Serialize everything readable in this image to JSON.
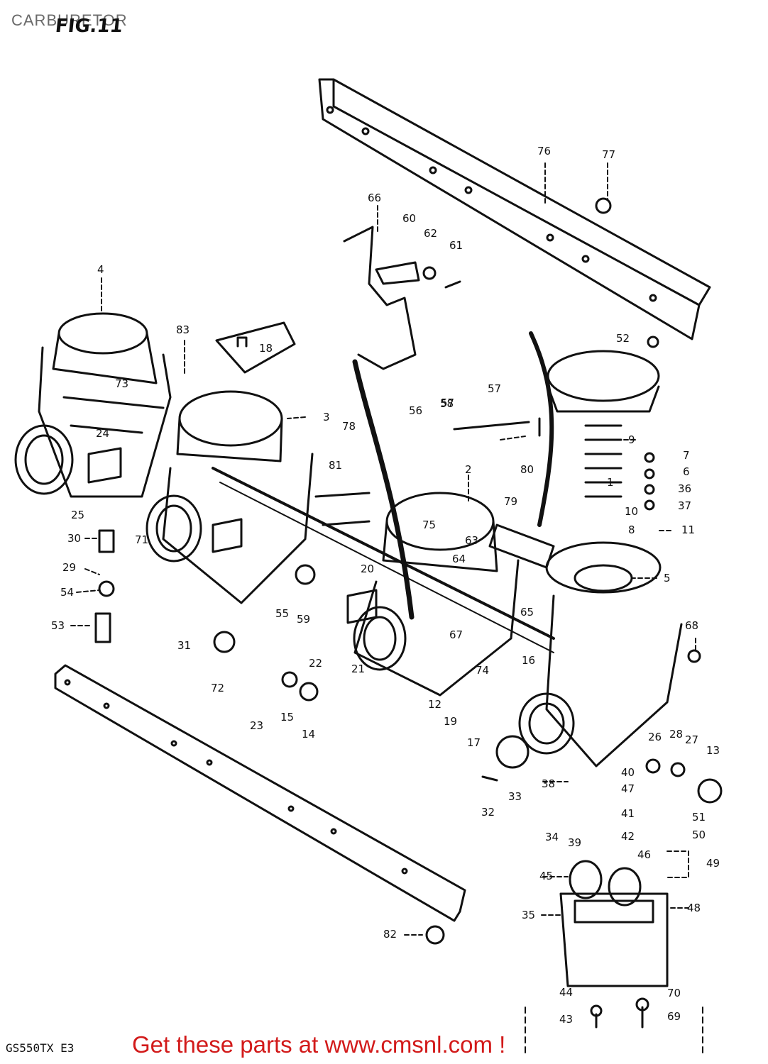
{
  "header": {
    "title": "CARBURETOR",
    "figure": "FIG.11"
  },
  "footer": {
    "model": "GS550TX  E3",
    "promo": "Get these parts at www.cmsnl.com !"
  },
  "callouts": [
    "1",
    "2",
    "3",
    "4",
    "5",
    "6",
    "7",
    "8",
    "9",
    "10",
    "11",
    "12",
    "13",
    "14",
    "15",
    "16",
    "17",
    "18",
    "19",
    "20",
    "21",
    "22",
    "23",
    "24",
    "25",
    "26",
    "27",
    "28",
    "29",
    "30",
    "31",
    "32",
    "33",
    "34",
    "35",
    "36",
    "37",
    "38",
    "39",
    "40",
    "41",
    "42",
    "43",
    "44",
    "45",
    "46",
    "47",
    "48",
    "49",
    "50",
    "51",
    "52",
    "53",
    "54",
    "55",
    "56",
    "57",
    "58",
    "59",
    "60",
    "61",
    "62",
    "63",
    "64",
    "65",
    "66",
    "67",
    "68",
    "69",
    "70",
    "71",
    "72",
    "73",
    "74",
    "75",
    "76",
    "77",
    "78",
    "79",
    "80",
    "81",
    "82",
    "83"
  ],
  "colors": {
    "ink": "#111111",
    "promo": "#d21a1a"
  }
}
